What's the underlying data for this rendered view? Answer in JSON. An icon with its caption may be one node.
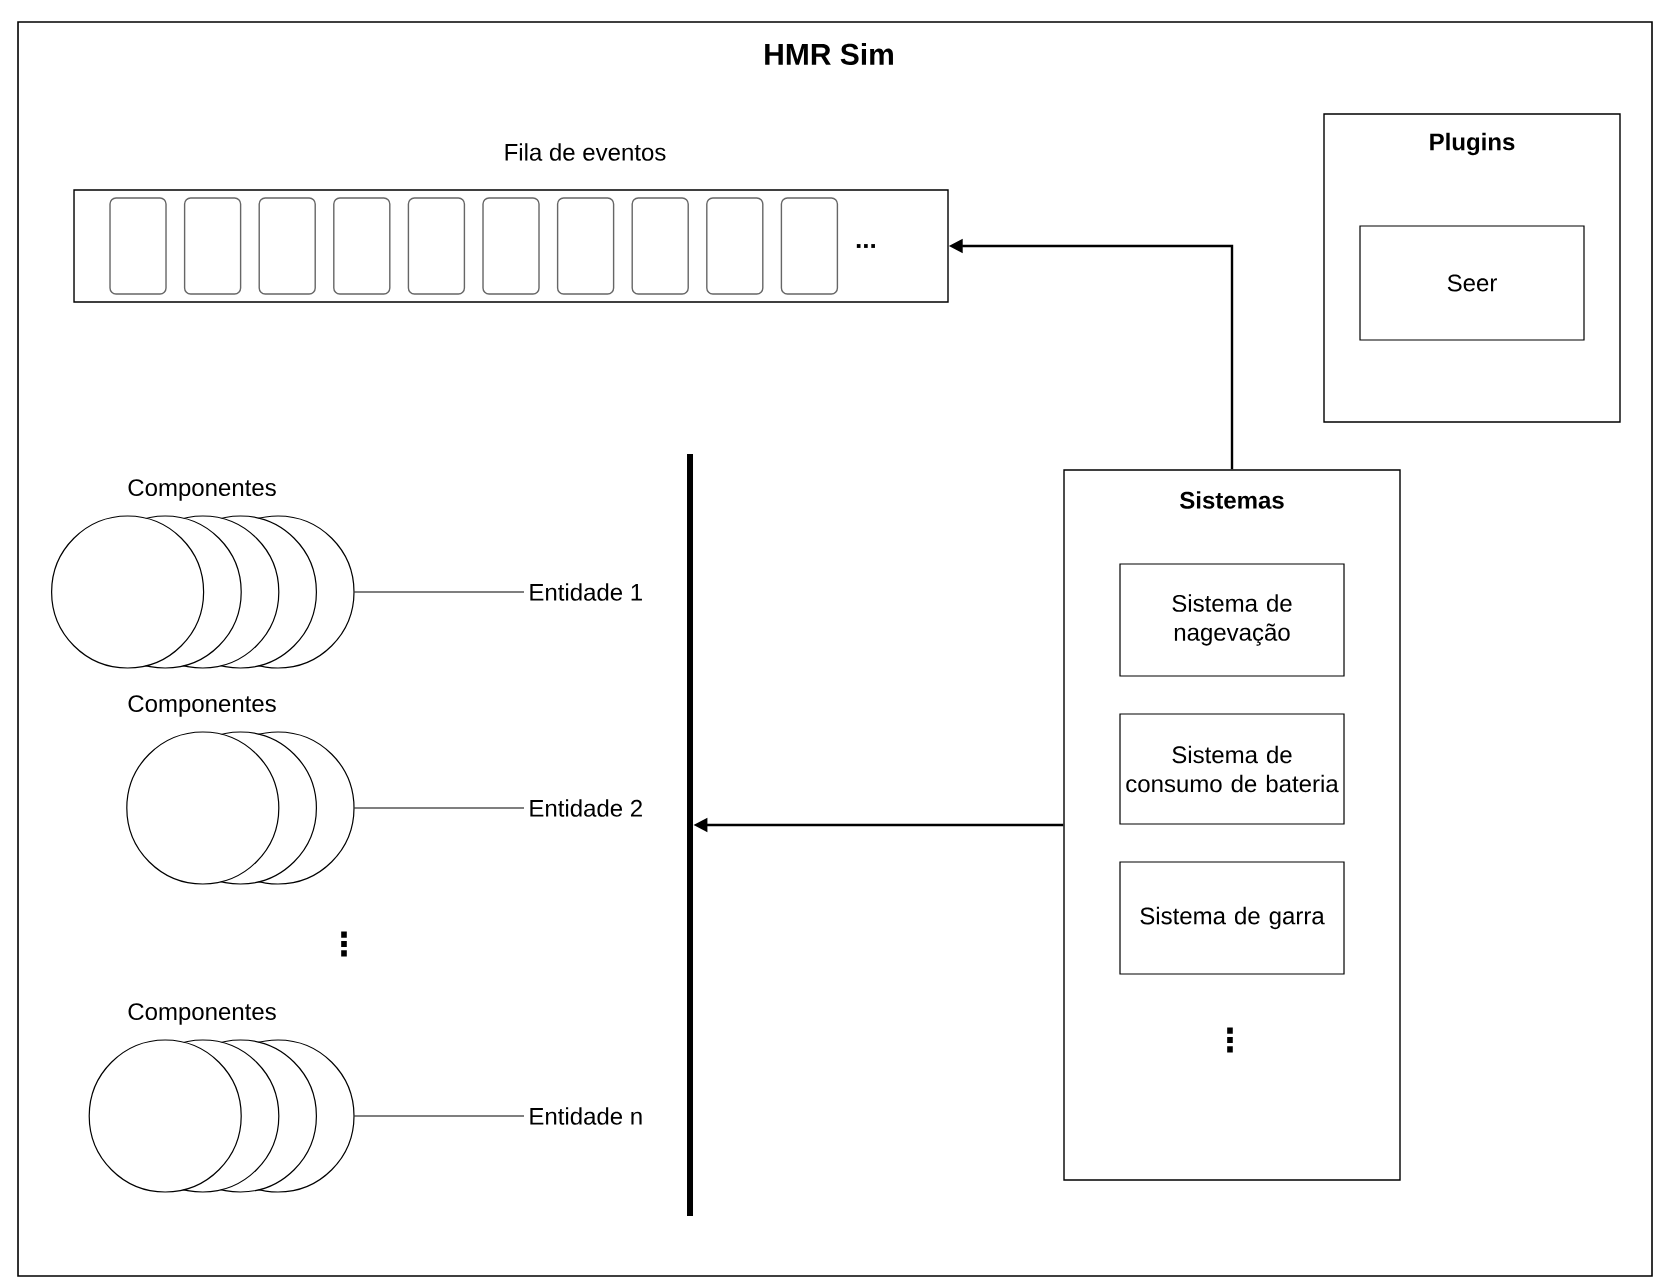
{
  "diagram": {
    "nodes": [
      {
        "text": [
          "HMR Sim"
        ]
      },
      {
        "text": [
          "Fila de eventos",
          "..."
        ],
        "in": 0
      },
      {
        "text": [
          "Plugins"
        ],
        "in": 0
      },
      {
        "text": [
          "Seer"
        ],
        "in": 2
      },
      {
        "text": [
          "Sistemas"
        ],
        "in": 0
      },
      {
        "text": [
          "Sistema de nagevação"
        ],
        "in": 4
      },
      {
        "text": [
          "Sistema de consumo de bateria"
        ],
        "in": 4
      },
      {
        "text": [
          "Sistema de garra"
        ],
        "in": 4
      },
      {
        "text": [],
        "shape": "bar",
        "in": 0
      },
      {
        "text": [
          "Componentes"
        ],
        "in": 0
      },
      {
        "text": [
          "Entidade 1"
        ],
        "in": 0
      },
      {
        "text": [
          "Componentes"
        ],
        "in": 0
      },
      {
        "text": [
          "Entidade 2"
        ],
        "in": 0
      },
      {
        "text": [
          "Componentes"
        ],
        "in": 0
      },
      {
        "text": [
          "Entidade n"
        ],
        "in": 0
      }
    ],
    "edges": [
      {
        "from": 4,
        "to": 1,
        "arrow": "to"
      },
      {
        "from": 4,
        "to": 8,
        "arrow": "to"
      },
      {
        "from": 9,
        "to": 10,
        "arrow": "none"
      },
      {
        "from": 11,
        "to": 12,
        "arrow": "none"
      },
      {
        "from": 13,
        "to": 14,
        "arrow": "none"
      }
    ],
    "labels": [
      "⋮",
      "⋮"
    ]
  }
}
